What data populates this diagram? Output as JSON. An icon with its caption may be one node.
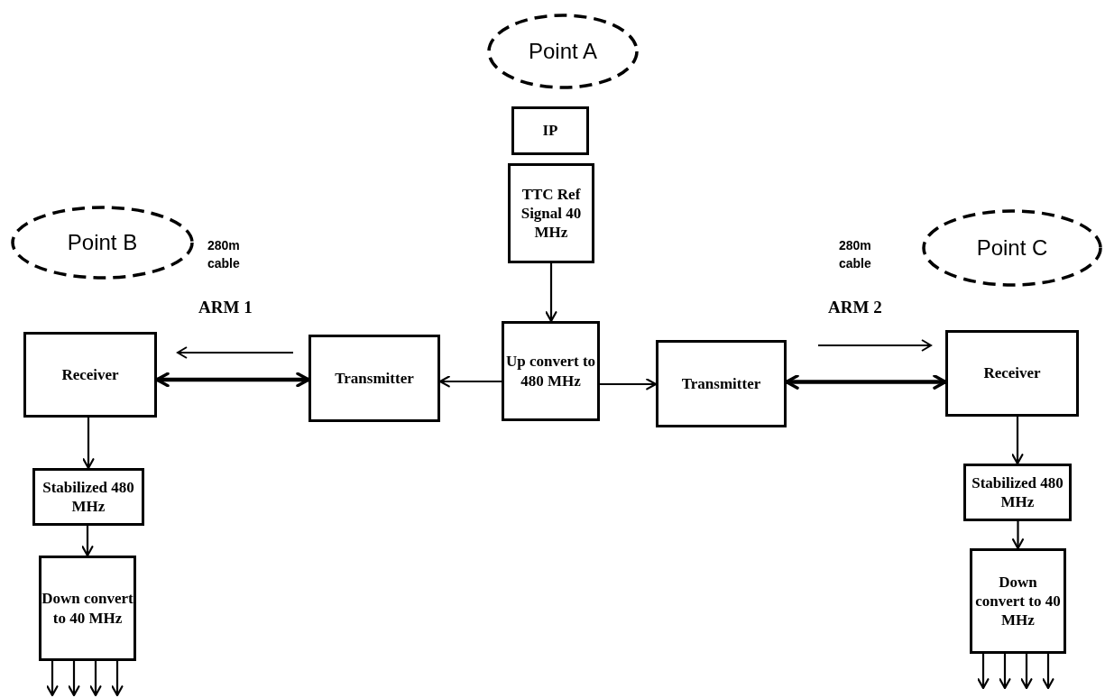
{
  "diagram": {
    "nodes": [
      {
        "text": [
          "Point A"
        ]
      },
      {
        "text": [
          "Point B"
        ]
      },
      {
        "text": [
          "Point C"
        ]
      },
      {
        "text": [
          "IP"
        ]
      },
      {
        "text": [
          "TTC Ref Signal 40 MHz"
        ]
      },
      {
        "text": [
          "Up convert to 480 MHz"
        ]
      },
      {
        "text": [
          "Receiver"
        ]
      },
      {
        "text": [
          "Transmitter"
        ]
      },
      {
        "text": [
          "Transmitter"
        ]
      },
      {
        "text": [
          "Receiver"
        ]
      },
      {
        "text": [
          "Stabilized 480 MHz"
        ]
      },
      {
        "text": [
          "Stabilized 480 MHz"
        ]
      },
      {
        "text": [
          "Down convert to 40 MHz"
        ]
      },
      {
        "text": [
          "Down convert to 40 MHz"
        ]
      }
    ],
    "edges": [
      {
        "from": 4,
        "to": 5,
        "arrow": "to"
      },
      {
        "from": 5,
        "to": 7,
        "arrow": "to"
      },
      {
        "from": 5,
        "to": 8,
        "arrow": "to"
      },
      {
        "from": 7,
        "to": 6,
        "arrow": "both",
        "style": "thick"
      },
      {
        "from": 8,
        "to": 9,
        "arrow": "both",
        "style": "thick"
      },
      {
        "from": 6,
        "to": 10,
        "arrow": "to"
      },
      {
        "from": 10,
        "to": 12,
        "arrow": "to"
      },
      {
        "from": 9,
        "to": 11,
        "arrow": "to"
      },
      {
        "from": 11,
        "to": 13,
        "arrow": "to"
      },
      {
        "from": 12,
        "to": null,
        "arrow": "to"
      },
      {
        "from": 12,
        "to": null,
        "arrow": "to"
      },
      {
        "from": 12,
        "to": null,
        "arrow": "to"
      },
      {
        "from": 12,
        "to": null,
        "arrow": "to"
      },
      {
        "from": 13,
        "to": null,
        "arrow": "to"
      },
      {
        "from": 13,
        "to": null,
        "arrow": "to"
      },
      {
        "from": 13,
        "to": null,
        "arrow": "to"
      },
      {
        "from": 13,
        "to": null,
        "arrow": "to"
      }
    ],
    "labels": [
      "280m cable",
      "280m cable",
      "ARM 1",
      "ARM 2"
    ]
  }
}
